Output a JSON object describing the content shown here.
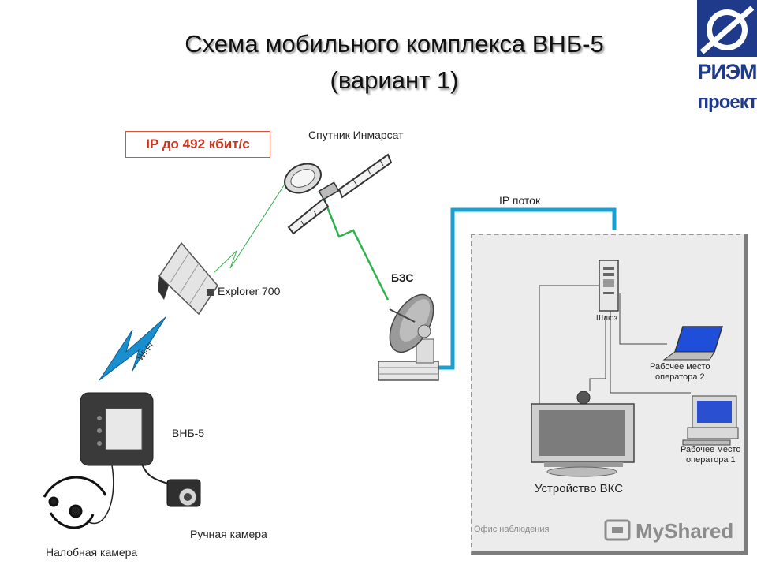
{
  "title": {
    "line1": "Схема мобильного комплекса ВНБ-5",
    "line2": "(вариант 1)"
  },
  "logo": {
    "line1": "РИЭМ",
    "line2": "проект"
  },
  "rate": "IP до 492 кбит/с",
  "labels": {
    "satellite": "Спутник Инмарсат",
    "ip_stream": "IP поток",
    "explorer": "Explorer 700",
    "bzs": "БЗС",
    "wifi": "Wi-Fi",
    "vnb": "ВНБ-5",
    "gateway": "Шлюз",
    "operator2_line1": "Рабочее место",
    "operator2_line2": "оператора 2",
    "operator1_line1": "Рабочее место",
    "operator1_line2": "оператора 1",
    "vks": "Устройство ВКС",
    "office": "Офис наблюдения",
    "hand_camera": "Ручная камера",
    "head_camera": "Налобная камера",
    "watermark": "MyShared"
  },
  "colors": {
    "ip_link": "#1aa0d0",
    "sat_link": "#2db34a",
    "wifi_bolt": "#1a8fd0",
    "rate_border": "#d9533a",
    "logo": "#1f3a8a"
  }
}
